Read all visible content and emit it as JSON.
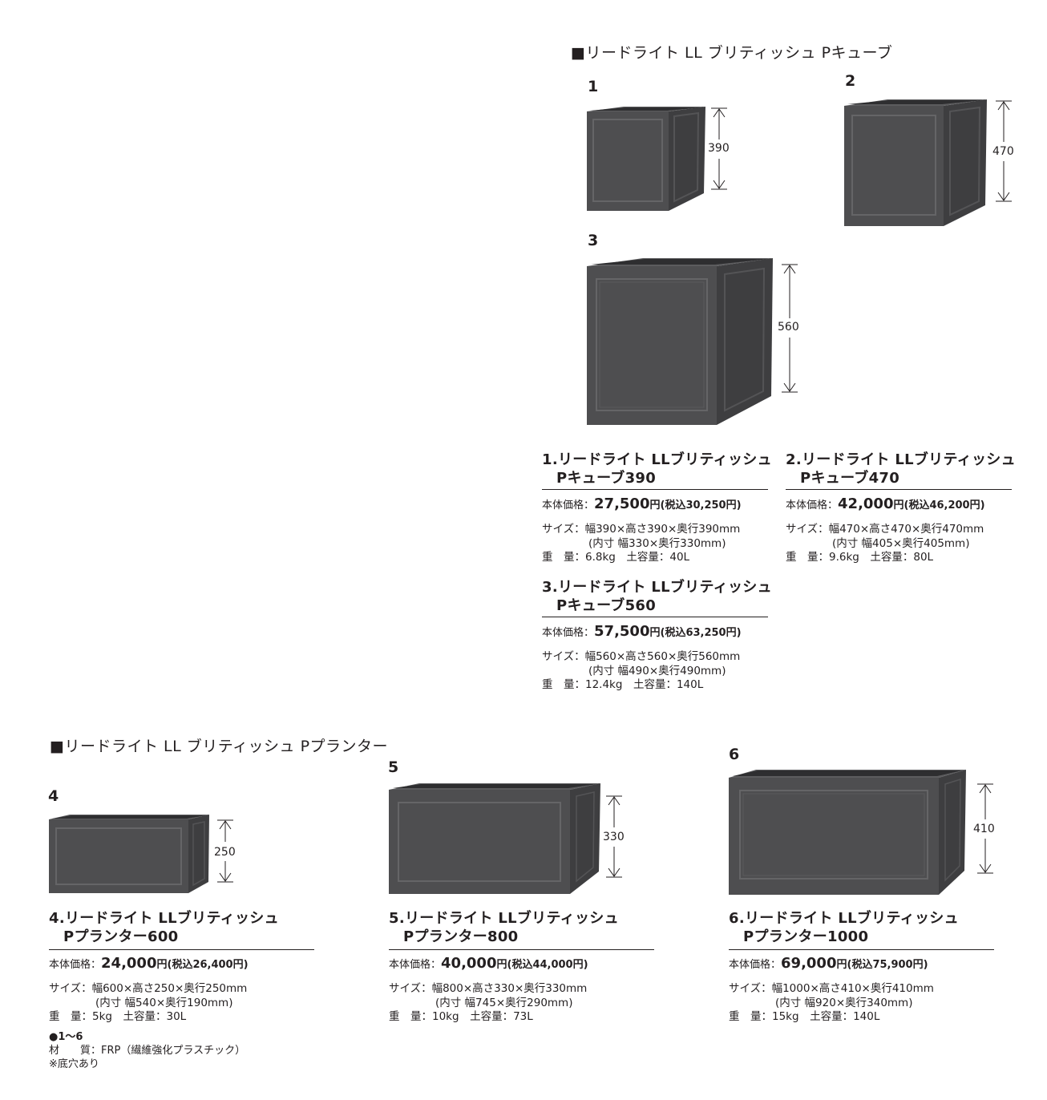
{
  "cube_section": {
    "title": "■リードライト LL ブリティッシュ Pキューブ"
  },
  "planter_section": {
    "title": "■リードライト LL ブリティッシュ Pプランター"
  },
  "products": [
    {
      "num": "1",
      "height_label": "390",
      "name_line1": "1.リードライト LLブリティッシュ",
      "name_line2": "Pキューブ390",
      "price_label": "本体価格：",
      "price": "27,500",
      "yen": "円",
      "tax": "(税込30,250円)",
      "size_line1": "サイズ：幅390×高さ390×奥行390mm",
      "size_line2": "(内寸 幅330×奥行330mm)",
      "weight_line": "重　量：6.8kg　土容量：40L"
    },
    {
      "num": "2",
      "height_label": "470",
      "name_line1": "2.リードライト LLブリティッシュ",
      "name_line2": "Pキューブ470",
      "price_label": "本体価格：",
      "price": "42,000",
      "yen": "円",
      "tax": "(税込46,200円)",
      "size_line1": "サイズ：幅470×高さ470×奥行470mm",
      "size_line2": "(内寸 幅405×奥行405mm)",
      "weight_line": "重　量：9.6kg　土容量：80L"
    },
    {
      "num": "3",
      "height_label": "560",
      "name_line1": "3.リードライト LLブリティッシュ",
      "name_line2": "Pキューブ560",
      "price_label": "本体価格：",
      "price": "57,500",
      "yen": "円",
      "tax": "(税込63,250円)",
      "size_line1": "サイズ：幅560×高さ560×奥行560mm",
      "size_line2": "(内寸 幅490×奥行490mm)",
      "weight_line": "重　量：12.4kg　土容量：140L"
    },
    {
      "num": "4",
      "height_label": "250",
      "name_line1": "4.リードライト LLブリティッシュ",
      "name_line2": "Pプランター600",
      "price_label": "本体価格：",
      "price": "24,000",
      "yen": "円",
      "tax": "(税込26,400円)",
      "size_line1": "サイズ：幅600×高さ250×奥行250mm",
      "size_line2": "(内寸 幅540×奥行190mm)",
      "weight_line": "重　量：5kg　土容量：30L"
    },
    {
      "num": "5",
      "height_label": "330",
      "name_line1": "5.リードライト LLブリティッシュ",
      "name_line2": "Pプランター800",
      "price_label": "本体価格：",
      "price": "40,000",
      "yen": "円",
      "tax": "(税込44,000円)",
      "size_line1": "サイズ：幅800×高さ330×奥行330mm",
      "size_line2": "(内寸 幅745×奥行290mm)",
      "weight_line": "重　量：10kg　土容量：73L"
    },
    {
      "num": "6",
      "height_label": "410",
      "name_line1": "6.リードライト LLブリティッシュ",
      "name_line2": "Pプランター1000",
      "price_label": "本体価格：",
      "price": "69,000",
      "yen": "円",
      "tax": "(税込75,900円)",
      "size_line1": "サイズ：幅1000×高さ410×奥行410mm",
      "size_line2": "(内寸 幅920×奥行340mm)",
      "weight_line": "重　量：15kg　土容量：140L"
    }
  ],
  "notes": {
    "range": "●1〜6",
    "material": "材　　質：FRP（繊維強化プラスチック）",
    "drain": "※底穴あり"
  },
  "colors": {
    "pot_front": "#4e4e50",
    "pot_side": "#3e3e40",
    "pot_rim": "#5c5c5e",
    "text": "#231f20"
  }
}
